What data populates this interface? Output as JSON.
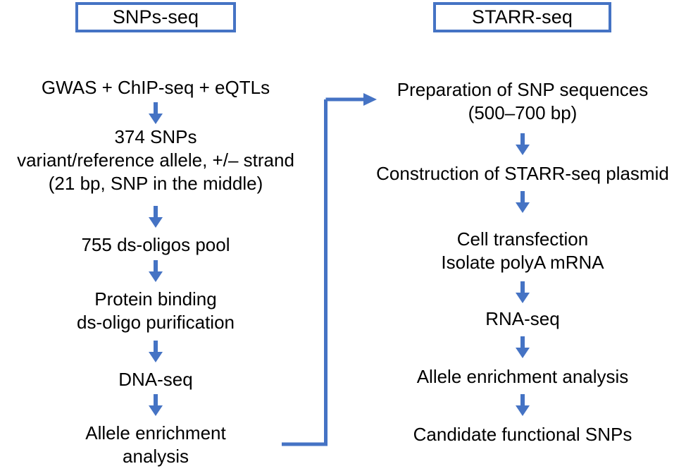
{
  "figure": {
    "type": "flowchart",
    "accent_color": "#4573C4",
    "text_color": "#000000",
    "background_color": "#ffffff"
  },
  "columns": [
    {
      "id": "snps-seq",
      "header": "SNPs-seq",
      "steps": [
        {
          "id": "gwas",
          "lines": [
            "GWAS + ChIP-seq + eQTLs"
          ]
        },
        {
          "id": "snps-374",
          "lines": [
            "374 SNPs",
            "variant/reference allele, +/– strand",
            "(21 bp, SNP in the middle)"
          ]
        },
        {
          "id": "ds-oligos-pool",
          "lines": [
            "755 ds-oligos pool"
          ]
        },
        {
          "id": "protein-binding",
          "lines": [
            "Protein binding",
            "ds-oligo purification"
          ]
        },
        {
          "id": "dna-seq",
          "lines": [
            "DNA-seq"
          ]
        },
        {
          "id": "allele-enrichment",
          "lines": [
            "Allele enrichment",
            "analysis"
          ]
        }
      ]
    },
    {
      "id": "starr-seq",
      "header": "STARR-seq",
      "steps": [
        {
          "id": "prep-snp-seqs",
          "lines": [
            "Preparation of SNP sequences",
            "(500–700 bp)"
          ]
        },
        {
          "id": "construct-plasmid",
          "lines": [
            "Construction of STARR-seq plasmid"
          ]
        },
        {
          "id": "cell-transfection",
          "lines": [
            "Cell transfection",
            "Isolate polyA mRNA"
          ]
        },
        {
          "id": "rna-seq",
          "lines": [
            "RNA-seq"
          ]
        },
        {
          "id": "allele-enrichment-analysis",
          "lines": [
            "Allele enrichment analysis"
          ]
        },
        {
          "id": "candidate-snps",
          "lines": [
            "Candidate functional SNPs"
          ]
        }
      ]
    }
  ],
  "connector": {
    "from": "snps-seq.allele-enrichment",
    "to": "starr-seq.prep-snp-seqs",
    "style": "elbow-arrow"
  }
}
